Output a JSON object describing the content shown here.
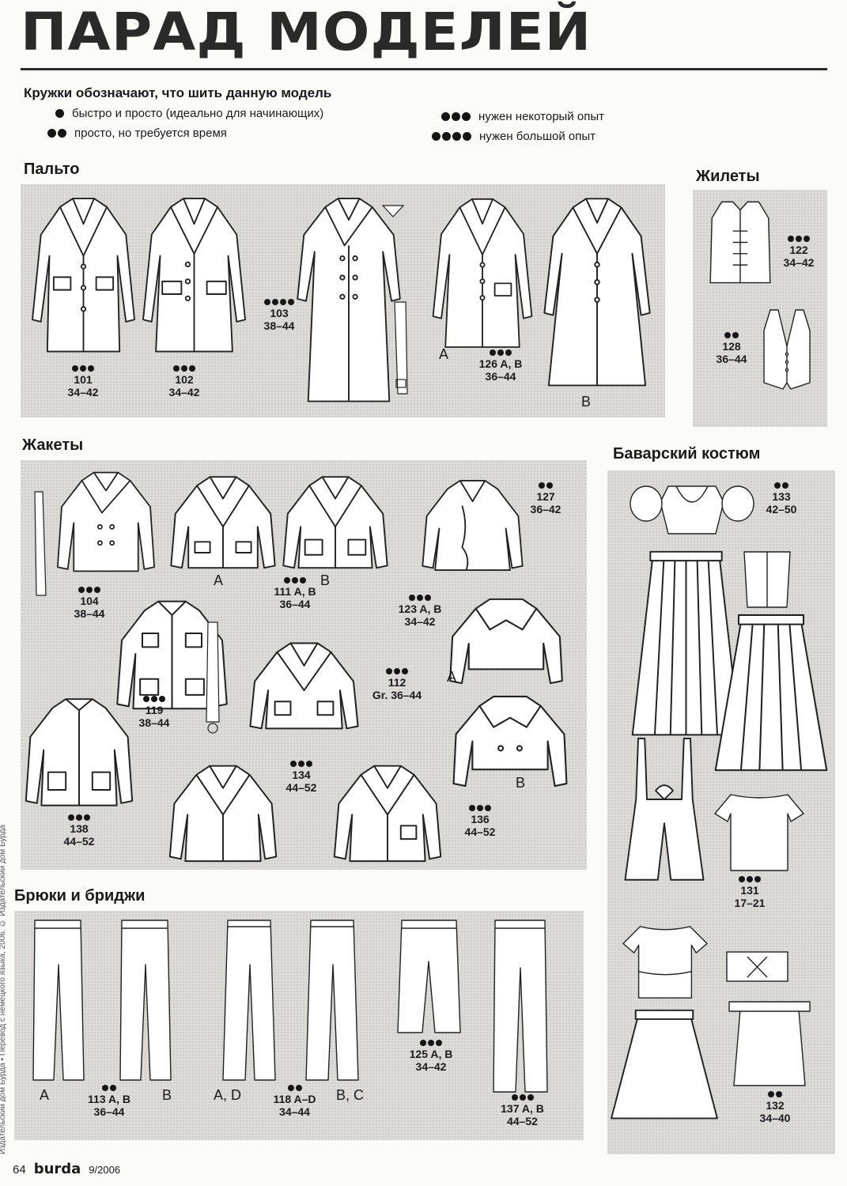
{
  "page": {
    "title": "ПАРАД МОДЕЛЕЙ",
    "side_credit": "Издательский дом Бурда • Перевод с немецкого языка, 2006. © Издательский дом Бурда",
    "legend": {
      "heading": "Кружки обозначают, что шить данную модель",
      "items": [
        {
          "dots": 1,
          "text": "быстро и просто (идеально для начинающих)"
        },
        {
          "dots": 2,
          "text": "просто, но требуется время"
        },
        {
          "dots": 3,
          "text": "нужен некоторый опыт"
        },
        {
          "dots": 4,
          "text": "нужен большой опыт"
        }
      ]
    },
    "sections": {
      "coats": "Пальто",
      "vests": "Жилеты",
      "jackets": "Жакеты",
      "bavarian": "Баварский костюм",
      "trousers": "Брюки и бриджи"
    },
    "models": {
      "m101": {
        "dots": 3,
        "number": "101",
        "sizes": "34–42"
      },
      "m102": {
        "dots": 3,
        "number": "102",
        "sizes": "34–42"
      },
      "m103": {
        "dots": 4,
        "number": "103",
        "sizes": "38–44"
      },
      "m126": {
        "dots": 3,
        "number": "126 A, B",
        "sizes": "36–44"
      },
      "m122": {
        "dots": 3,
        "number": "122",
        "sizes": "34–42"
      },
      "m128": {
        "dots": 2,
        "number": "128",
        "sizes": "36–44"
      },
      "m104": {
        "dots": 3,
        "number": "104",
        "sizes": "38–44"
      },
      "m111": {
        "dots": 3,
        "number": "111 A, B",
        "sizes": "36–44"
      },
      "m127": {
        "dots": 2,
        "number": "127",
        "sizes": "36–42"
      },
      "m123": {
        "dots": 3,
        "number": "123 A, B",
        "sizes": "34–42"
      },
      "m119": {
        "dots": 3,
        "number": "119",
        "sizes": "38–44"
      },
      "m112": {
        "dots": 3,
        "number": "112",
        "sizes": "Gr. 36–44"
      },
      "m138": {
        "dots": 3,
        "number": "138",
        "sizes": "44–52"
      },
      "m134": {
        "dots": 3,
        "number": "134",
        "sizes": "44–52"
      },
      "m136": {
        "dots": 3,
        "number": "136",
        "sizes": "44–52"
      },
      "m133": {
        "dots": 2,
        "number": "133",
        "sizes": "42–50"
      },
      "m131": {
        "dots": 3,
        "number": "131",
        "sizes": "17–21"
      },
      "m132": {
        "dots": 2,
        "number": "132",
        "sizes": "34–40"
      },
      "m113": {
        "dots": 2,
        "number": "113 A, B",
        "sizes": "36–44"
      },
      "m118": {
        "dots": 2,
        "number": "118 A–D",
        "sizes": "34–44"
      },
      "m125": {
        "dots": 3,
        "number": "125 A, B",
        "sizes": "34–42"
      },
      "m137": {
        "dots": 3,
        "number": "137 A, B",
        "sizes": "44–52"
      }
    },
    "variants": {
      "a": "A",
      "b": "B",
      "ad": "A, D",
      "bc": "B, C"
    },
    "footer": {
      "page_number": "64",
      "brand": "burda",
      "issue": "9/2006"
    }
  }
}
